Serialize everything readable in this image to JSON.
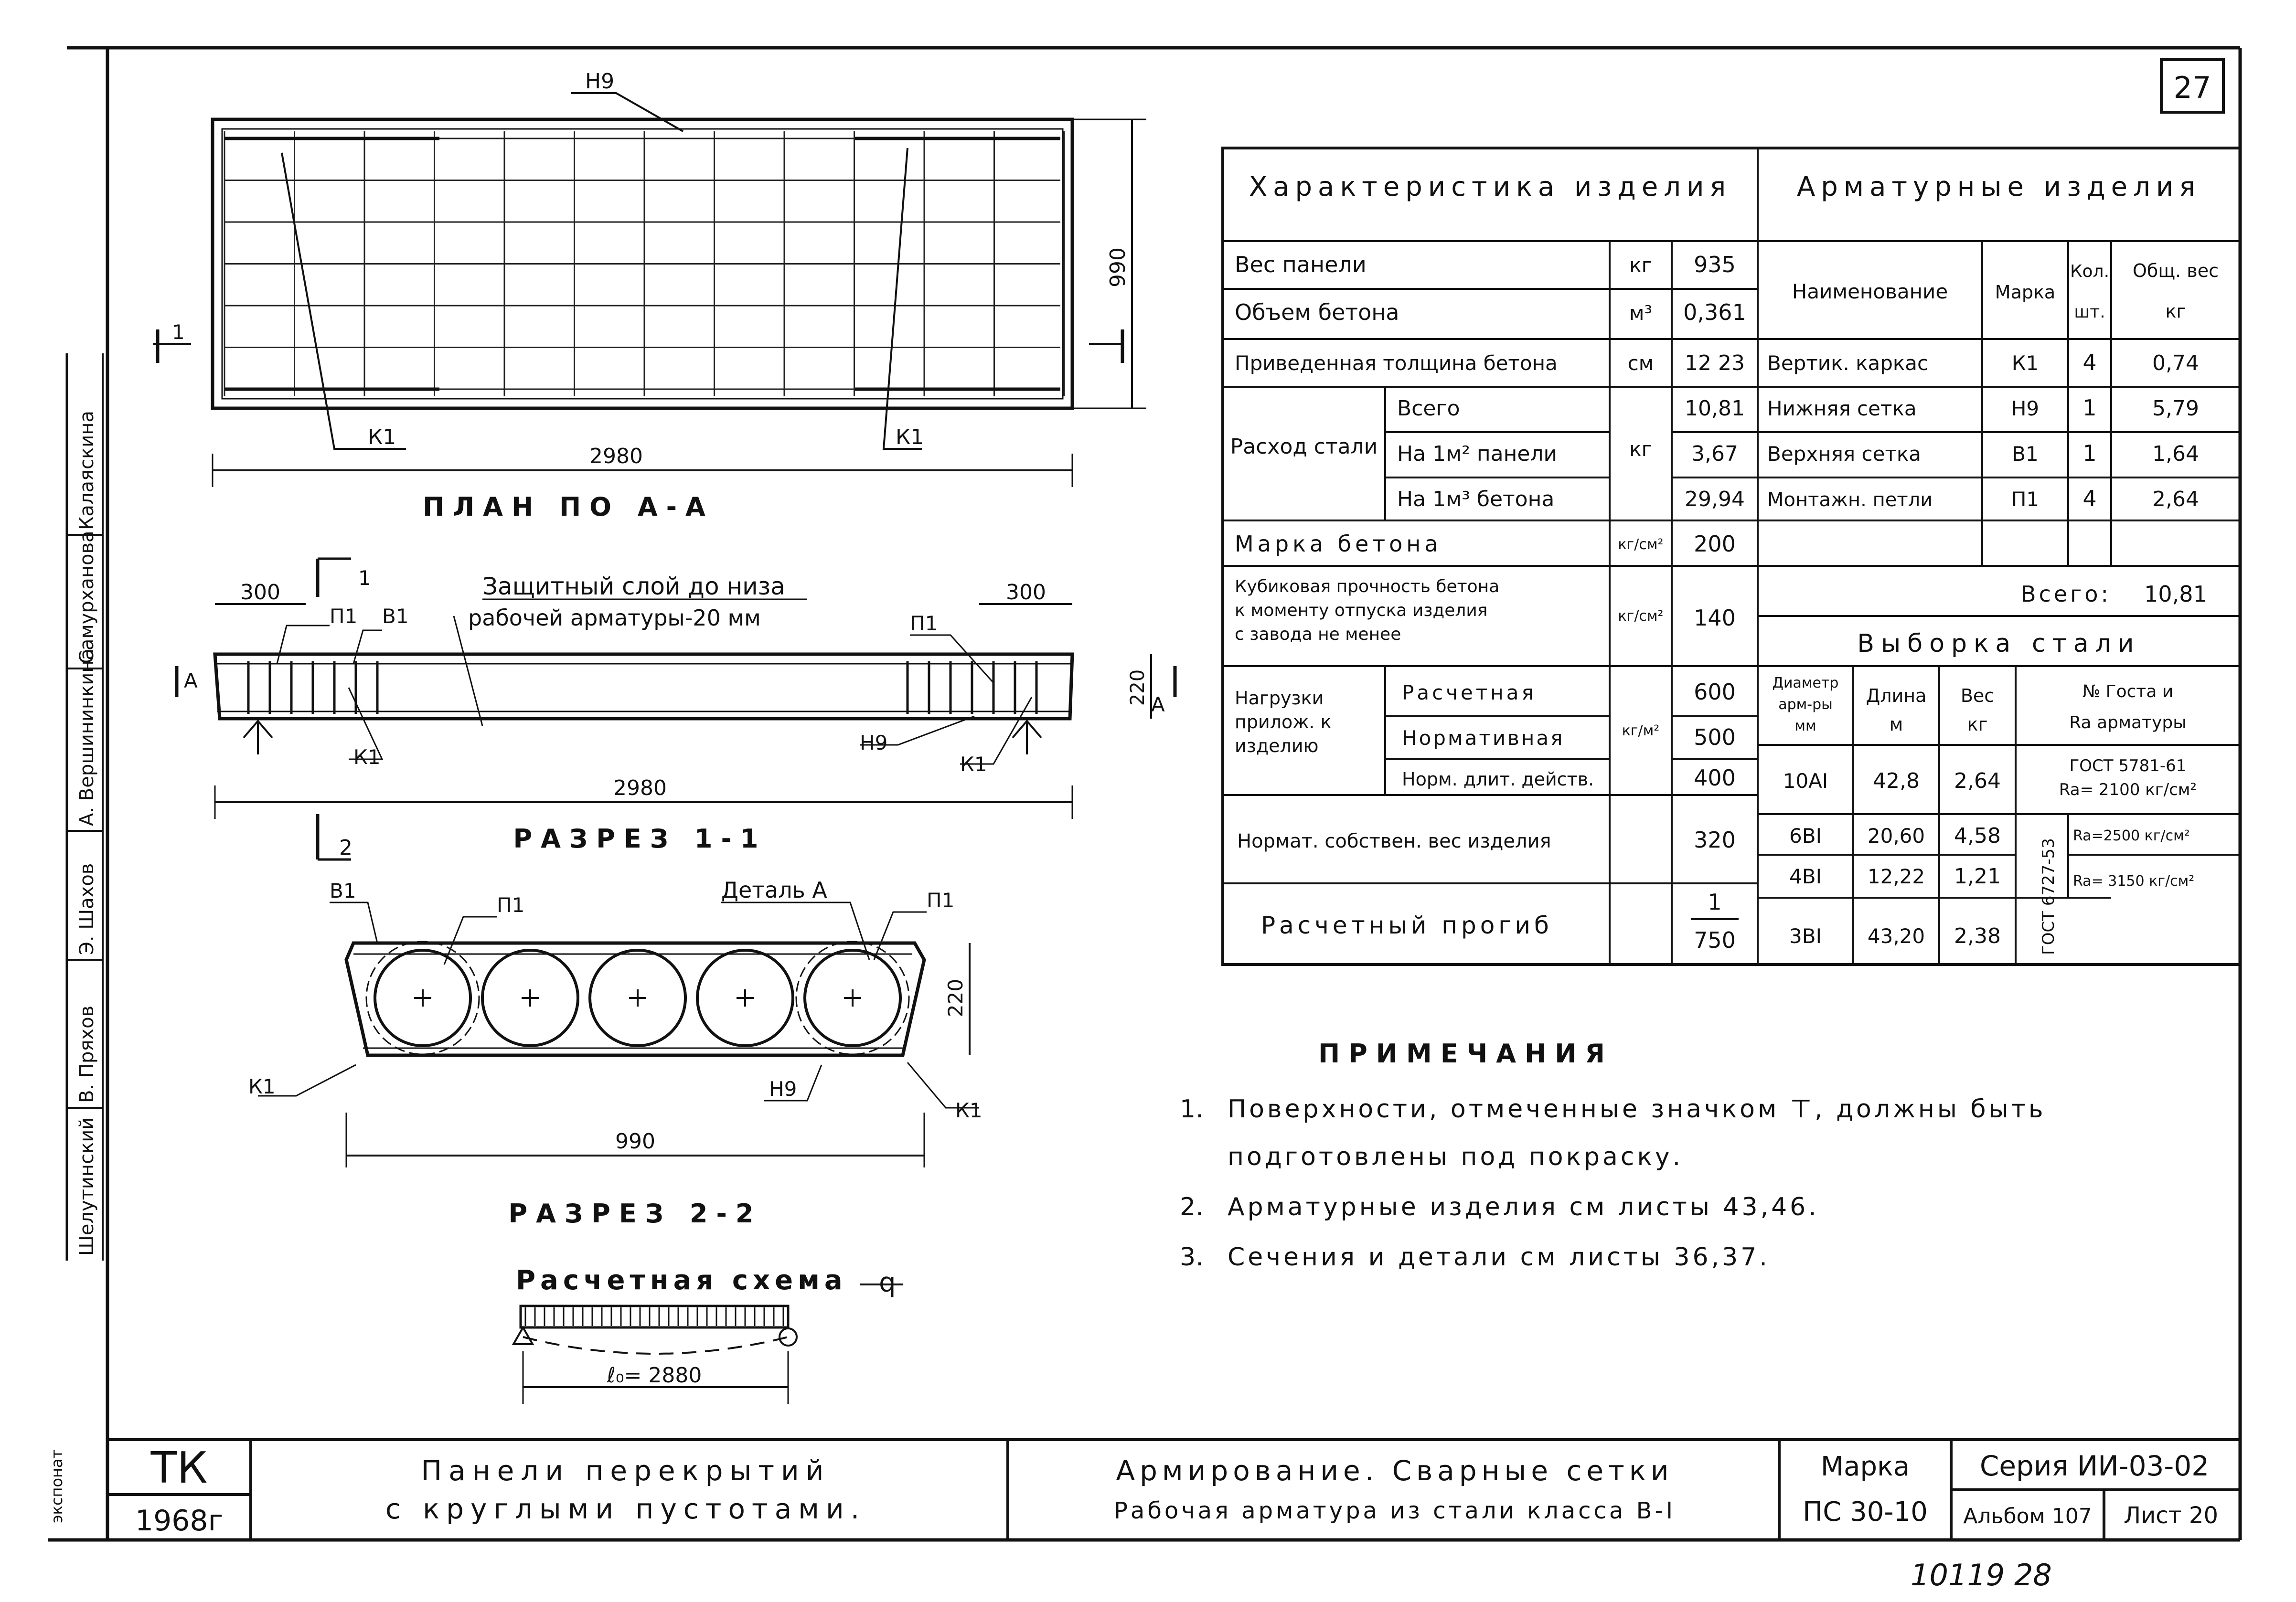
{
  "sheet_number": "27",
  "archive_number": "10119 28",
  "side_stamp": [
    "Шелутинский",
    "В. Пряхов",
    "Э. Шахов",
    "А. Вершининкина",
    "Самурханова",
    "Калаяскина",
    "экспонат"
  ],
  "plan": {
    "title": "ПЛАН ПО А-А",
    "length": "2980",
    "width": "990",
    "labels": {
      "mesh": "Н9",
      "frame_l": "К1",
      "frame_r": "К1",
      "section_mark": "1"
    }
  },
  "section1": {
    "title": "РАЗРЕЗ 1-1",
    "cover_note_1": "Защитный слой до низа",
    "cover_note_2": "рабочей арматуры-20 мм",
    "dim_left": "300",
    "dim_right": "300",
    "dim_total": "2980",
    "height": "220",
    "labels": {
      "loop_l": "П1",
      "mesh_top": "В1",
      "loop_r": "П1",
      "frame_l": "К1",
      "frame_r": "К1",
      "mesh_bottom": "Н9",
      "mark_a_l": "А",
      "mark_a_r": "А",
      "section_mark": "2",
      "section_mark_top": "1"
    }
  },
  "section2": {
    "title": "РАЗРЕЗ 2-2",
    "width": "990",
    "height": "220",
    "detail": "Деталь А",
    "labels": {
      "mesh_top": "В1",
      "loop_l": "П1",
      "loop_r": "П1",
      "frame_l": "К1",
      "frame_r": "К1",
      "mesh_bottom": "Н9"
    }
  },
  "scheme": {
    "title": "Расчетная схема",
    "load": "q",
    "span": "ℓ₀= 2880"
  },
  "characteristics": {
    "header": "Характеристика изделия",
    "rows": [
      {
        "label": "Вес панели",
        "unit": "кг",
        "value": "935"
      },
      {
        "label": "Объем бетона",
        "unit": "м³",
        "value": "0,361"
      },
      {
        "label": "Приведенная толщина бетона",
        "unit": "см",
        "value": "12 23"
      }
    ],
    "steel": {
      "label": "Расход стали",
      "unit": "кг",
      "rows": [
        {
          "label": "Всего",
          "value": "10,81"
        },
        {
          "label": "На 1м² панели",
          "value": "3,67"
        },
        {
          "label": "На 1м³ бетона",
          "value": "29,94"
        }
      ]
    },
    "grade": {
      "label": "Марка бетона",
      "unit": "кг/см²",
      "value": "200"
    },
    "strength": {
      "label_1": "Кубиковая прочность бетона",
      "label_2": "к моменту отпуска изделия",
      "label_3": "с завода не менее",
      "unit": "кг/см²",
      "value": "140"
    },
    "loads": {
      "label_1": "Нагрузки",
      "label_2": "прилож. к",
      "label_3": "изделию",
      "unit": "кг/м²",
      "rows": [
        {
          "label": "Расчетная",
          "value": "600"
        },
        {
          "label": "Нормативная",
          "value": "500"
        },
        {
          "label": "Норм. длит. действ.",
          "value": "400"
        }
      ]
    },
    "self_weight": {
      "label": "Нормат. собствен. вес изделия",
      "value": "320"
    },
    "deflection": {
      "label": "Расчетный прогиб",
      "numerator": "1",
      "denominator": "750"
    }
  },
  "reinforcement": {
    "header": "Арматурные изделия",
    "col_name": "Наименование",
    "col_mark": "Марка",
    "col_qty_1": "Кол.",
    "col_qty_2": "шт.",
    "col_weight_1": "Общ. вес",
    "col_weight_2": "кг",
    "rows": [
      {
        "name": "Вертик. каркас",
        "mark": "К1",
        "qty": "4",
        "weight": "0,74"
      },
      {
        "name": "Нижняя сетка",
        "mark": "Н9",
        "qty": "1",
        "weight": "5,79"
      },
      {
        "name": "Верхняя сетка",
        "mark": "В1",
        "qty": "1",
        "weight": "1,64"
      },
      {
        "name": "Монтажн. петли",
        "mark": "П1",
        "qty": "4",
        "weight": "2,64"
      }
    ],
    "total_label": "Всего:",
    "total_value": "10,81"
  },
  "steel_selection": {
    "header": "Выборка стали",
    "col_diam_1": "Диаметр",
    "col_diam_2": "арм-ры",
    "col_diam_3": "мм",
    "col_len_1": "Длина",
    "col_len_2": "м",
    "col_w_1": "Вес",
    "col_w_2": "кг",
    "col_gost_1": "№ Госта и",
    "col_gost_2": "Ra арматуры",
    "rows": [
      {
        "diam": "10АI",
        "len": "42,8",
        "w": "2,64"
      },
      {
        "diam": "6ВI",
        "len": "20,60",
        "w": "4,58"
      },
      {
        "diam": "4ВI",
        "len": "12,22",
        "w": "1,21"
      },
      {
        "diam": "3ВI",
        "len": "43,20",
        "w": "2,38"
      }
    ],
    "gost_1a": "ГОСТ 5781-61",
    "gost_1b": "Ra= 2100 кг/см²",
    "gost_2": "ГОСТ 6727-53",
    "ra_1": "Ra=2500 кг/см²",
    "ra_2": "Ra= 3150 кг/см²"
  },
  "notes": {
    "title": "ПРИМЕЧАНИЯ",
    "items": [
      {
        "num": "1.",
        "line1": "Поверхности, отмеченные значком ⊤, должны быть",
        "line2": "подготовлены под покраску."
      },
      {
        "num": "2.",
        "line1": "Арматурные изделия см листы 43,46."
      },
      {
        "num": "3.",
        "line1": "Сечения и детали см листы 36,37."
      }
    ]
  },
  "title_block": {
    "org": "ТК",
    "year": "1968г",
    "title_1": "Панели перекрытий",
    "title_2": "с круглыми пустотами.",
    "subtitle_1": "Армирование. Сварные сетки",
    "subtitle_2": "Рабочая арматура из стали класса В-I",
    "mark_label": "Марка",
    "mark_value": "ПС 30-10",
    "series": "Серия ИИ-03-02",
    "album": "Альбом 107",
    "sheet": "Лист 20"
  }
}
